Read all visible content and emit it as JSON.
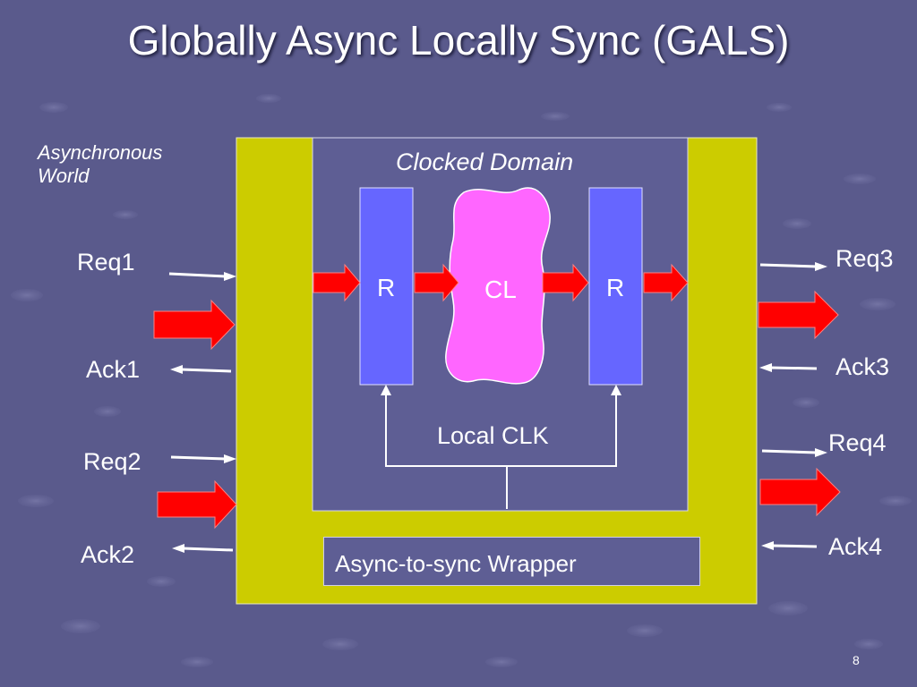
{
  "slide": {
    "title": "Globally Async Locally Sync (GALS)",
    "page_number": "8"
  },
  "diagram": {
    "async_world_label": "Asynchronous\nWorld",
    "clocked_domain_label": "Clocked Domain",
    "register_left": "R",
    "combinational_logic": "CL",
    "register_right": "R",
    "local_clock": "Local CLK",
    "wrapper_label": "Async-to-sync Wrapper",
    "signals": {
      "req1": "Req1",
      "ack1": "Ack1",
      "req2": "Req2",
      "ack2": "Ack2",
      "req3": "Req3",
      "ack3": "Ack3",
      "req4": "Req4",
      "ack4": "Ack4"
    }
  },
  "colors": {
    "background": "#5a5a8c",
    "wrapper_fill": "#cccc00",
    "domain_fill": "#5e5e94",
    "register_fill": "#6666ff",
    "logic_fill": "#ff66ff",
    "data_arrow": "#ff0000"
  }
}
